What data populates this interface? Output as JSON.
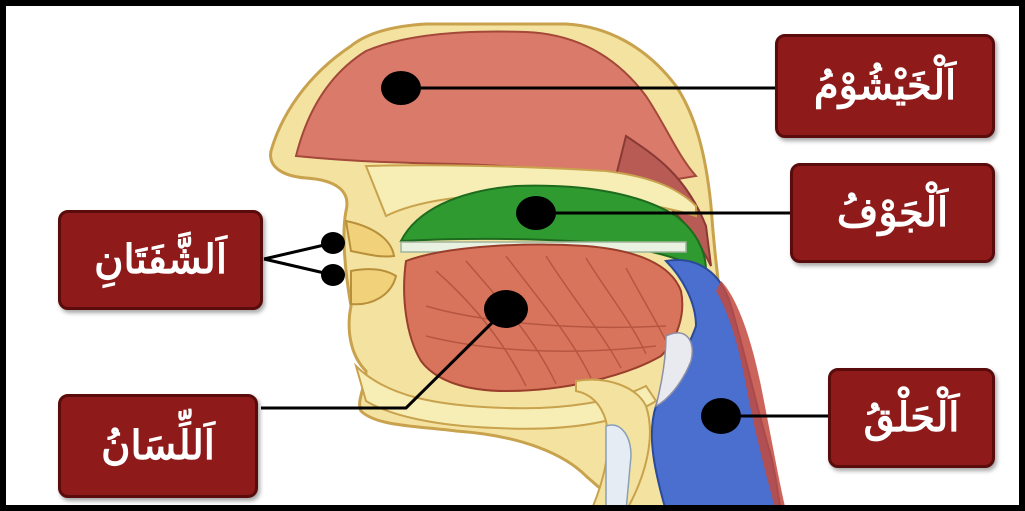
{
  "labels": {
    "khayshum": "اَلْخَيْشُوْمُ",
    "jawf": "اَلْجَوْفُ",
    "shafatan": "اَلشَّفَتَانِ",
    "lisan": "اَللِّسَانُ",
    "halq": "اَلْحَلْقُ"
  },
  "colors": {
    "label_fill": "#8e1a1a",
    "nasal_cavity": "#d97a6a",
    "oral_cavity": "#2f9a2f",
    "throat": "#4a6fcf",
    "tongue": "#d8745c",
    "skin": "#f4e3a0"
  }
}
